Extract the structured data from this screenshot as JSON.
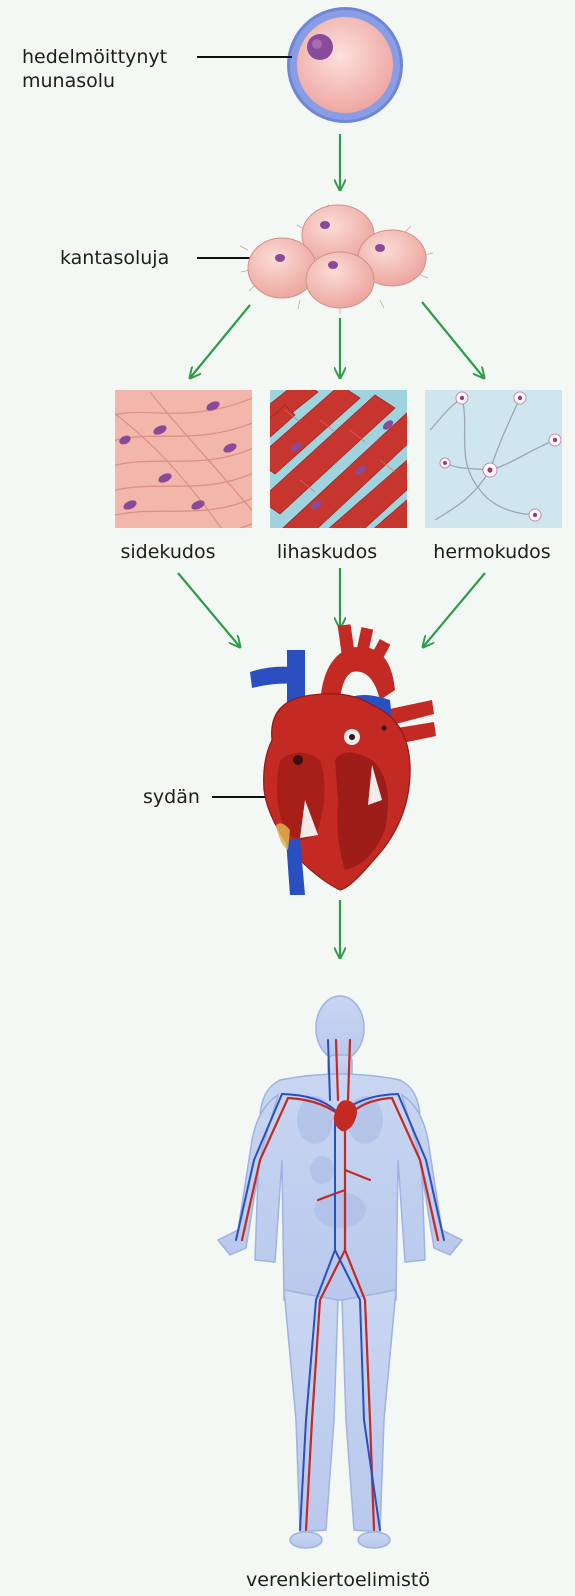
{
  "labels": {
    "egg_line1": "hedelmöittynyt",
    "egg_line2": "munasolu",
    "stem_cells": "kantasoluja",
    "connective_tissue": "sidekudos",
    "muscle_tissue": "lihaskudos",
    "nerve_tissue": "hermokudos",
    "heart": "sydän",
    "circulatory_system": "verenkiertoelimistö"
  },
  "colors": {
    "background": "#f3f8f4",
    "arrow": "#2e9c48",
    "leader_line": "#111111",
    "artery_red": "#c42a24",
    "vein_blue": "#2a4fc0",
    "cell_pink": "#f3b8b0",
    "nucleus_purple": "#8a4a9a",
    "body_outline": "#b8c8ea"
  },
  "icons": [
    "fertilized-egg-icon",
    "stem-cells-icon",
    "connective-tissue-icon",
    "muscle-tissue-icon",
    "nerve-tissue-icon",
    "heart-icon",
    "human-circulatory-figure-icon"
  ]
}
